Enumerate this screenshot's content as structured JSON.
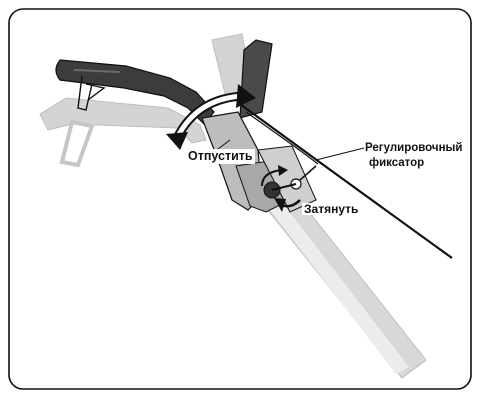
{
  "labels": {
    "release": "Отпустить",
    "tighten": "Затянуть",
    "adjust_lock_line1": "Регулировочный",
    "adjust_lock_line2": "фиксатор"
  },
  "colors": {
    "frame": "#111111",
    "handle_dark": "#3c3c3c",
    "ghost_gray": "#d0d0d0",
    "outline": "#111111",
    "background": "#ffffff"
  }
}
